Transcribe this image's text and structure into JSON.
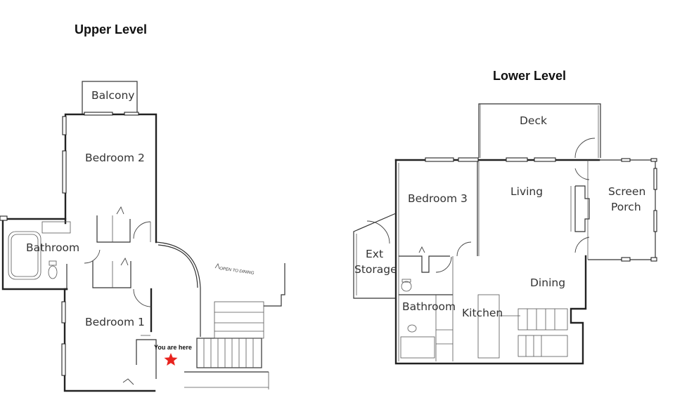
{
  "upper": {
    "heading": "Upper Level",
    "rooms": {
      "balcony": "Balcony",
      "bedroom2": "Bedroom 2",
      "bathroom": "Bathroom",
      "bedroom1": "Bedroom 1"
    },
    "marker_label": "You are here",
    "stair_note": "OPEN TO DINING"
  },
  "lower": {
    "heading": "Lower Level",
    "rooms": {
      "deck": "Deck",
      "bedroom3": "Bedroom 3",
      "living": "Living",
      "screen_porch_1": "Screen",
      "screen_porch_2": "Porch",
      "ext_storage_1": "Ext",
      "ext_storage_2": "Storage",
      "dining": "Dining",
      "bathroom": "Bathroom",
      "kitchen": "Kitchen"
    }
  },
  "colors": {
    "marker": "#e8231e"
  }
}
